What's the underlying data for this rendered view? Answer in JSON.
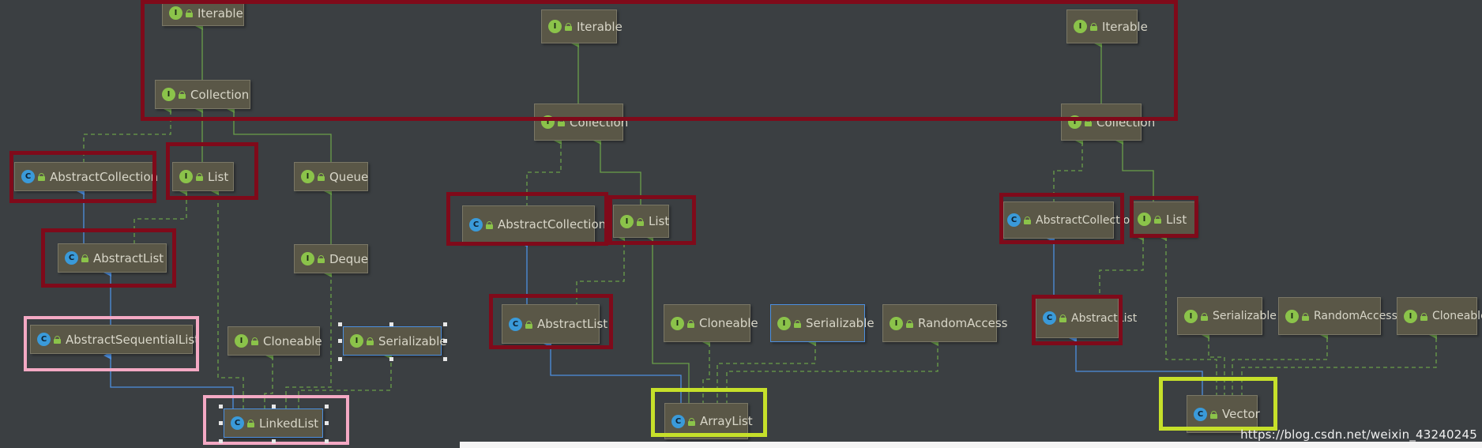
{
  "diagrams": [
    {
      "id": "left",
      "nodes": {
        "iterable": {
          "kind": "I",
          "label": "Iterable"
        },
        "collection": {
          "kind": "I",
          "label": "Collection"
        },
        "abstractcoll": {
          "kind": "C",
          "label": "AbstractCollection"
        },
        "list": {
          "kind": "I",
          "label": "List"
        },
        "queue": {
          "kind": "I",
          "label": "Queue"
        },
        "abstractlist": {
          "kind": "C",
          "label": "AbstractList"
        },
        "deque": {
          "kind": "I",
          "label": "Deque"
        },
        "abstractseq": {
          "kind": "C",
          "label": "AbstractSequentialList"
        },
        "cloneable": {
          "kind": "I",
          "label": "Cloneable"
        },
        "serializable": {
          "kind": "I",
          "label": "Serializable"
        },
        "linkedlist": {
          "kind": "C",
          "label": "LinkedList"
        }
      }
    },
    {
      "id": "middle",
      "nodes": {
        "iterable": {
          "kind": "I",
          "label": "Iterable"
        },
        "collection": {
          "kind": "I",
          "label": "Collection"
        },
        "abstractcoll": {
          "kind": "C",
          "label": "AbstractCollection"
        },
        "list": {
          "kind": "I",
          "label": "List"
        },
        "abstractlist": {
          "kind": "C",
          "label": "AbstractList"
        },
        "cloneable": {
          "kind": "I",
          "label": "Cloneable"
        },
        "serializable": {
          "kind": "I",
          "label": "Serializable"
        },
        "randomaccess": {
          "kind": "I",
          "label": "RandomAccess"
        },
        "arraylist": {
          "kind": "C",
          "label": "ArrayList"
        }
      }
    },
    {
      "id": "right",
      "nodes": {
        "iterable": {
          "kind": "I",
          "label": "Iterable"
        },
        "collection": {
          "kind": "I",
          "label": "Collection"
        },
        "abstractcoll": {
          "kind": "C",
          "label": "AbstractCollection"
        },
        "list": {
          "kind": "I",
          "label": "List"
        },
        "abstractlist": {
          "kind": "C",
          "label": "AbstractList"
        },
        "serializable": {
          "kind": "I",
          "label": "Serializable"
        },
        "randomaccess": {
          "kind": "I",
          "label": "RandomAccess"
        },
        "cloneable": {
          "kind": "I",
          "label": "Cloneable"
        },
        "vector": {
          "kind": "C",
          "label": "Vector"
        }
      }
    }
  ],
  "watermark": "https://blog.csdn.net/weixin_43240245",
  "colors": {
    "background": "#3b3f42",
    "node_fill": "#5a5747",
    "interface_badge": "#8bc34a",
    "class_badge": "#3a9ad9",
    "realize_edge": "#6a9f4a",
    "extends_edge": "#4c8fe0",
    "highlight_red": "#7f0a1a",
    "highlight_pink": "#f4a9c4",
    "highlight_lime": "#c6e02a"
  }
}
